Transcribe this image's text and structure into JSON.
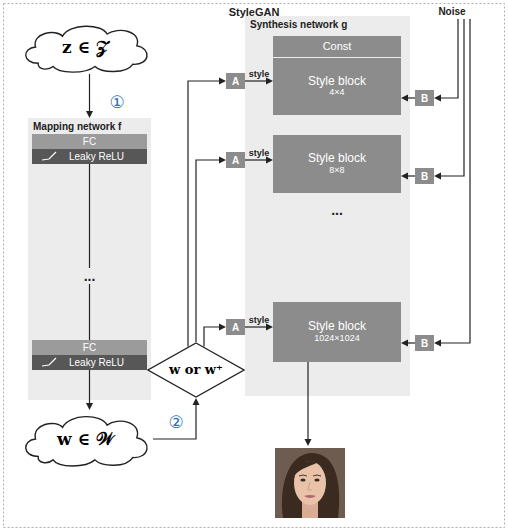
{
  "diagram": {
    "title": "StyleGAN",
    "nodes": [
      {
        "text": [
          "z ∈ 𝒵"
        ]
      },
      {
        "text": [
          "Mapping network f"
        ]
      },
      {
        "text": [
          "FC"
        ],
        "in": 1
      },
      {
        "text": [
          "Leaky ReLU"
        ],
        "in": 1
      },
      {
        "text": [
          "FC"
        ],
        "in": 1
      },
      {
        "text": [
          "Leaky ReLU"
        ],
        "in": 1
      },
      {
        "text": [
          "w ∈ 𝒲"
        ]
      },
      {
        "text": [
          "w or w⁺"
        ]
      },
      {
        "text": [
          "Synthesis network g"
        ]
      },
      {
        "text": [
          "Const"
        ],
        "in": 8
      },
      {
        "text": [
          "Style block",
          "4×4"
        ],
        "in": 8
      },
      {
        "text": [
          "Style block",
          "8×8"
        ],
        "in": 8
      },
      {
        "text": [
          "Style block",
          "1024×1024"
        ],
        "in": 8
      },
      {
        "text": [
          "A"
        ]
      },
      {
        "text": [
          "A"
        ]
      },
      {
        "text": [
          "A"
        ]
      },
      {
        "text": [
          "B"
        ]
      },
      {
        "text": [
          "B"
        ]
      },
      {
        "text": [
          "B"
        ]
      }
    ],
    "edges": [
      {
        "from": 0,
        "to": 1,
        "arrow": "to"
      },
      {
        "from": 3,
        "to": 4,
        "arrow": "none"
      },
      {
        "from": 5,
        "to": 6,
        "arrow": "to"
      },
      {
        "from": 6,
        "to": 7,
        "arrow": "to"
      },
      {
        "from": 7,
        "to": 13,
        "arrow": "to"
      },
      {
        "from": 7,
        "to": 14,
        "arrow": "to"
      },
      {
        "from": 7,
        "to": 15,
        "arrow": "to"
      },
      {
        "from": 13,
        "to": 10,
        "label": "style",
        "arrow": "to"
      },
      {
        "from": 14,
        "to": 11,
        "label": "style",
        "arrow": "to"
      },
      {
        "from": 15,
        "to": 12,
        "label": "style",
        "arrow": "to"
      },
      {
        "from": 16,
        "to": 10,
        "arrow": "to"
      },
      {
        "from": 17,
        "to": 11,
        "arrow": "to"
      },
      {
        "from": 18,
        "to": 12,
        "arrow": "to"
      }
    ],
    "labels": [
      "①",
      "...",
      "②",
      "Noise",
      "..."
    ]
  }
}
